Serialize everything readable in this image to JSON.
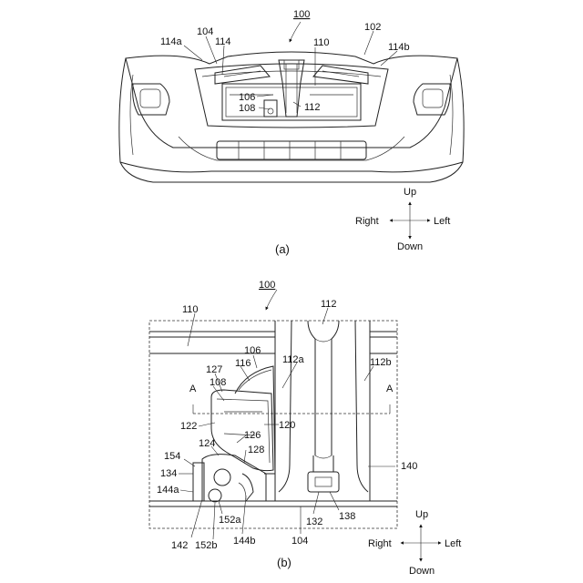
{
  "figure_a": {
    "caption": "(a)",
    "title_ref": "100",
    "labels": {
      "l104": "104",
      "l102": "102",
      "l114a": "114a",
      "l114": "114",
      "l110": "110",
      "l114b": "114b",
      "l106": "106",
      "l108": "108",
      "l112": "112"
    },
    "directions": {
      "up": "Up",
      "down": "Down",
      "right": "Right",
      "left": "Left"
    }
  },
  "figure_b": {
    "caption": "(b)",
    "title_ref": "100",
    "labels": {
      "l110": "110",
      "l112": "112",
      "l106": "106",
      "l116": "116",
      "l112a": "112a",
      "l112b": "112b",
      "l127": "127",
      "l108": "108",
      "lA_left": "A",
      "lA_right": "A",
      "l120": "120",
      "l122": "122",
      "l126": "126",
      "l124": "124",
      "l128": "128",
      "l154": "154",
      "l134": "134",
      "l144a": "144a",
      "l140": "140",
      "l132": "132",
      "l138": "138",
      "l142": "142",
      "l152a": "152a",
      "l152b": "152b",
      "l144b": "144b",
      "l104": "104"
    },
    "directions": {
      "up": "Up",
      "down": "Down",
      "right": "Right",
      "left": "Left"
    }
  }
}
